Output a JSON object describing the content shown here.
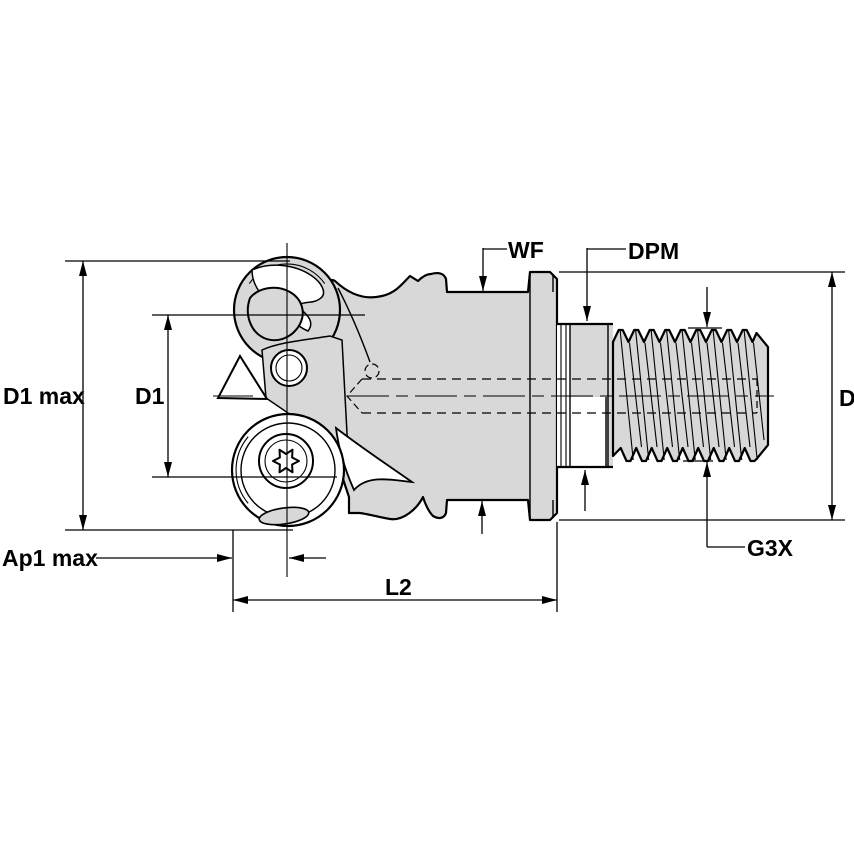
{
  "labels": {
    "d1_max": "D1 max",
    "d1": "D1",
    "ap1_max": "Ap1 max",
    "l2": "L2",
    "wf": "WF",
    "dpm": "DPM",
    "d": "D",
    "g3x": "G3X"
  },
  "dimension_callouts": [
    "D1 max",
    "D1",
    "Ap1 max",
    "L2",
    "WF",
    "DPM",
    "D",
    "G3X"
  ],
  "colors": {
    "line": "#000000",
    "metal_fill": "#d8d8d8",
    "background": "#ffffff"
  }
}
